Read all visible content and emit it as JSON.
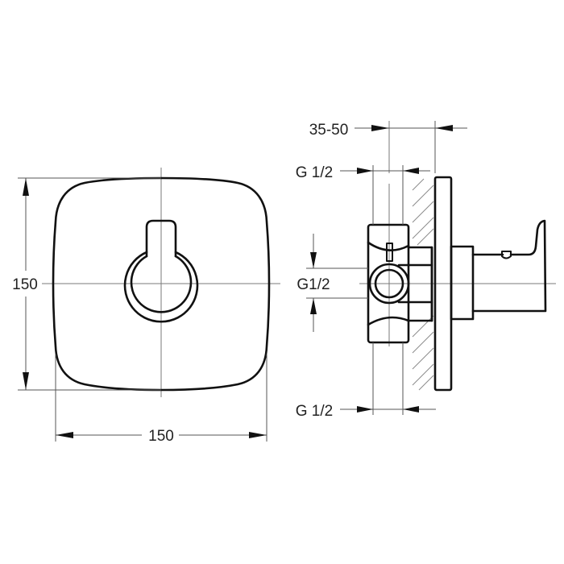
{
  "drawing": {
    "title": "Concealed thermostatic / mixer valve — technical dimension drawing",
    "colors": {
      "line": "#111111",
      "centerline": "#7a7a7a",
      "hatch": "#8a8a8a",
      "background": "#ffffff"
    }
  },
  "front_view": {
    "plate_shape": "rounded-square escutcheon",
    "handle_shape": "keyhole lever with ring",
    "dimensions": {
      "height_label": "150",
      "width_label": "150"
    }
  },
  "side_view": {
    "dimensions": {
      "wall_depth_label": "35-50",
      "top_inlet_label": "G 1/2",
      "side_outlet_label": "G1/2",
      "bottom_inlet_label": "G 1/2"
    },
    "wall": "hatched wall section"
  }
}
